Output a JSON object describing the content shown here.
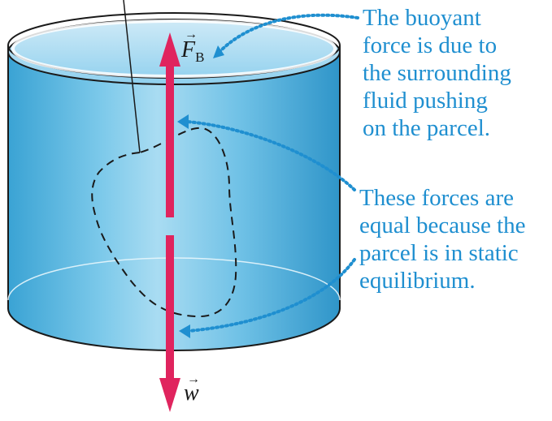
{
  "labels": {
    "buoyant_force_symbol": "F",
    "buoyant_force_subscript": "B",
    "weight_symbol": "w"
  },
  "annotations": {
    "buoyant": [
      "The buoyant",
      "force is due to",
      "the surrounding",
      "fluid pushing",
      "on the parcel."
    ],
    "equal": [
      "These forces are",
      "equal because the",
      "parcel is in static",
      "equilibrium."
    ]
  },
  "colors": {
    "fluid": "#59b8e0",
    "fluid_dark": "#3aa3d4",
    "arrow": "#e0245e",
    "annotation": "#1f8fd0"
  }
}
